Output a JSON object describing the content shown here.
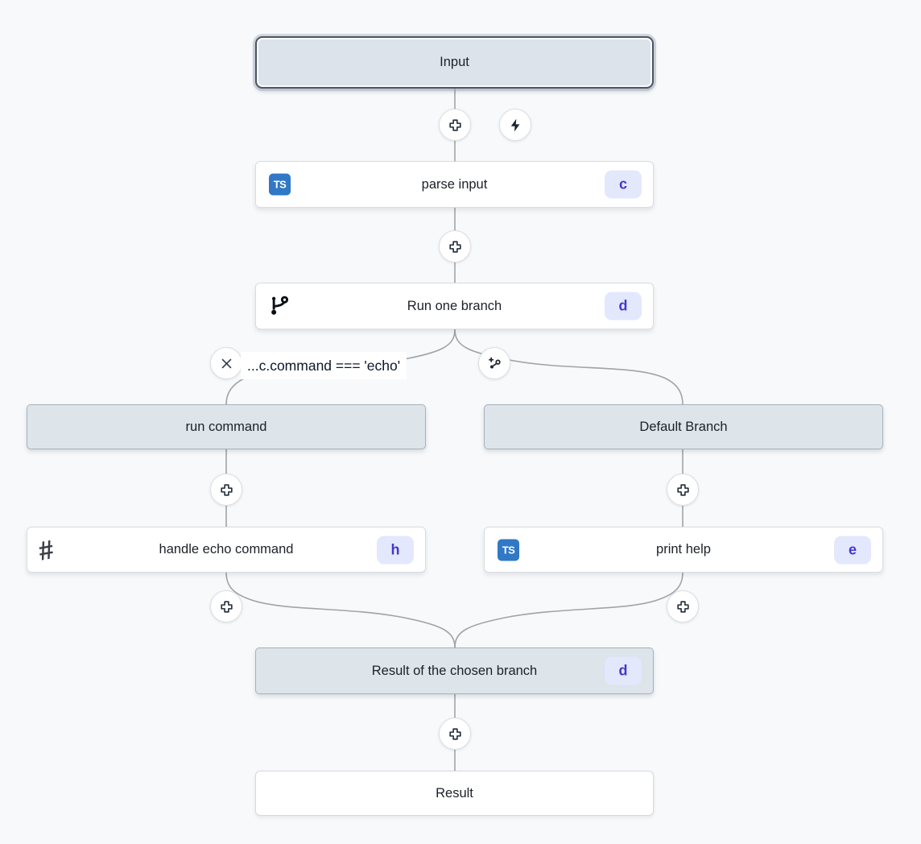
{
  "colors": {
    "background": "#f7f9fb",
    "header_node_fill": "#dde4ea",
    "typescript_blue": "#3178c6",
    "badge_background": "#e3e8fd",
    "badge_text": "#4338ca",
    "edge_gray": "#a0a4a9",
    "input_border": "#4b5563"
  },
  "flow": {
    "input": {
      "label": "Input"
    },
    "parse_input": {
      "label": "parse input",
      "badge": "c"
    },
    "run_one_branch": {
      "label": "Run one branch",
      "badge": "d"
    },
    "branch_condition": {
      "text": "...c.command === 'echo'"
    },
    "run_command_branch": {
      "label": "run command"
    },
    "default_branch": {
      "label": "Default Branch"
    },
    "handle_echo_command": {
      "label": "handle echo command",
      "badge": "h"
    },
    "print_help": {
      "label": "print help",
      "badge": "e"
    },
    "result_of_chosen_branch": {
      "label": "Result of the chosen branch",
      "badge": "d"
    },
    "result": {
      "label": "Result"
    }
  },
  "icons": {
    "typescript_label": "TS",
    "hash_glyph": "#"
  }
}
